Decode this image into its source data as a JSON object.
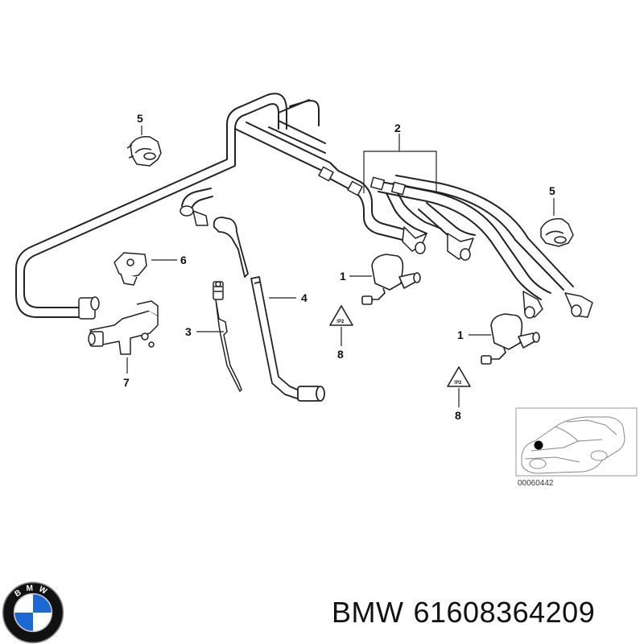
{
  "callouts": {
    "c1a": "1",
    "c1b": "1",
    "c2": "2",
    "c3": "3",
    "c4": "4",
    "c5a": "5",
    "c5b": "5",
    "c6": "6",
    "c7": "7",
    "c8a": "8",
    "c8b": "8"
  },
  "inset": {
    "reference_number": "00060442"
  },
  "warning_label": {
    "text": "!P2"
  },
  "logo": {
    "letters": "BMW",
    "colors": {
      "blue": "#1c69d4",
      "ring": "#111111",
      "white": "#ffffff"
    }
  },
  "caption": {
    "brand": "BMW",
    "part_number": "61608364209"
  }
}
